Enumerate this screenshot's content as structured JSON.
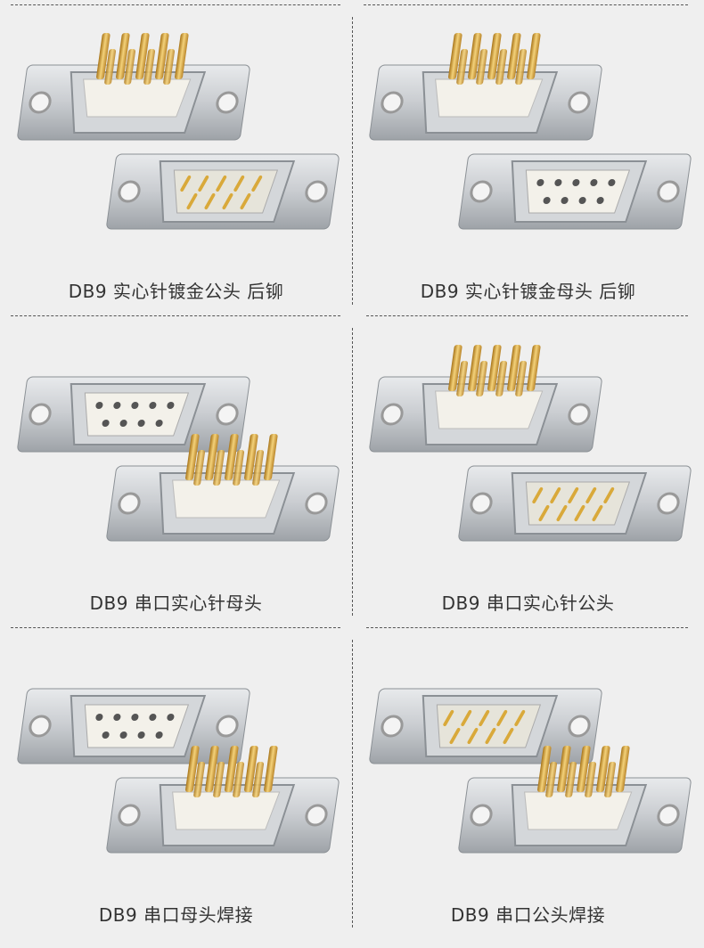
{
  "colors": {
    "background": "#efefef",
    "divider": "#555555",
    "caption": "#333333",
    "metal": "#c9ccd0",
    "gold": "#d9a93a",
    "insulator": "#f3f1ea"
  },
  "products": [
    {
      "caption": "DB9 实心针镀金公头 后铆",
      "back": "pins-up",
      "front": "male-face"
    },
    {
      "caption": "DB9 实心针镀金母头 后铆",
      "back": "pins-up",
      "front": "female-face"
    },
    {
      "caption": "DB9  串口实心针母头",
      "back": "female-face",
      "front": "pins-up"
    },
    {
      "caption": "DB9  串口实心针公头",
      "back": "pins-up",
      "front": "male-face"
    },
    {
      "caption": "DB9 串口母头焊接",
      "back": "female-face",
      "front": "pins-up"
    },
    {
      "caption": "DB9 串口公头焊接",
      "back": "male-face",
      "front": "pins-up"
    }
  ]
}
